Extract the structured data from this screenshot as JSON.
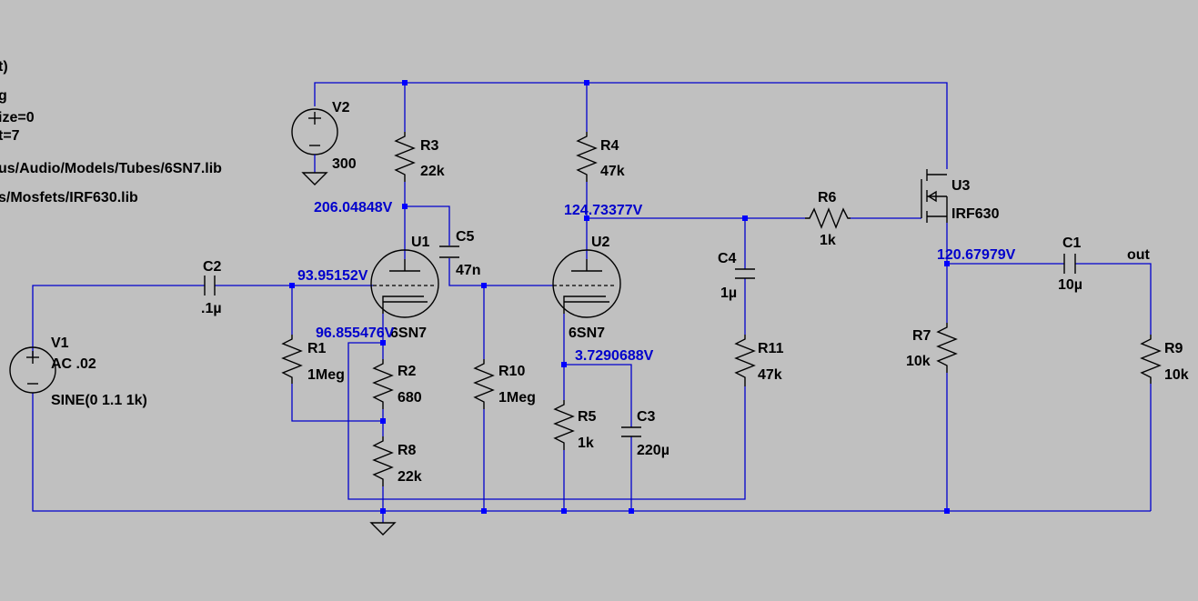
{
  "directives": [
    "t)",
    "g",
    "ize=0",
    "t=7",
    "us/Audio/Models/Tubes/6SN7.lib",
    "s/Mosfets/IRF630.lib"
  ],
  "components": {
    "V1": {
      "name": "V1",
      "ac": "AC .02",
      "fn": "SINE(0 1.1 1k)"
    },
    "V2": {
      "name": "V2",
      "value": "300"
    },
    "R1": {
      "name": "R1",
      "value": "1Meg"
    },
    "R2": {
      "name": "R2",
      "value": "680"
    },
    "R3": {
      "name": "R3",
      "value": "22k"
    },
    "R4": {
      "name": "R4",
      "value": "47k"
    },
    "R5": {
      "name": "R5",
      "value": "1k"
    },
    "R6": {
      "name": "R6",
      "value": "1k"
    },
    "R7": {
      "name": "R7",
      "value": "10k"
    },
    "R8": {
      "name": "R8",
      "value": "22k"
    },
    "R9": {
      "name": "R9",
      "value": "10k"
    },
    "R10": {
      "name": "R10",
      "value": "1Meg"
    },
    "R11": {
      "name": "R11",
      "value": "47k"
    },
    "C1": {
      "name": "C1",
      "value": "10µ"
    },
    "C2": {
      "name": "C2",
      "value": ".1µ"
    },
    "C3": {
      "name": "C3",
      "value": "220µ"
    },
    "C4": {
      "name": "C4",
      "value": "1µ"
    },
    "C5": {
      "name": "C5",
      "value": "47n"
    },
    "U1": {
      "name": "U1",
      "value": "6SN7"
    },
    "U2": {
      "name": "U2",
      "value": "6SN7"
    },
    "U3": {
      "name": "U3",
      "value": "IRF630"
    }
  },
  "node_voltages": {
    "u1_plate": "206.04848V",
    "u2_plate": "124.73377V",
    "u1_grid": "93.95152V",
    "u1_cathode": "96.855476V",
    "u2_cathode": "3.7290688V",
    "u3_source": "120.67979V"
  },
  "net_labels": {
    "out": "out"
  }
}
